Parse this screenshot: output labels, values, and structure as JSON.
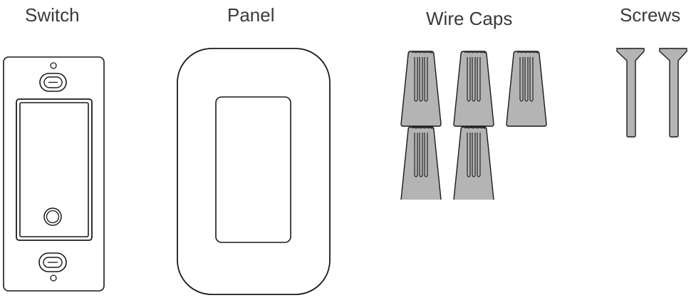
{
  "components": {
    "switch": {
      "label": "Switch"
    },
    "panel": {
      "label": "Panel"
    },
    "wire_caps": {
      "label": "Wire Caps",
      "count": 5
    },
    "screws": {
      "label": "Screws",
      "count": 2
    }
  },
  "colors": {
    "outline": "#1a1a1a",
    "part_fill": "#b4b4b4",
    "label_text": "#3a3a3a",
    "background": "#ffffff"
  }
}
